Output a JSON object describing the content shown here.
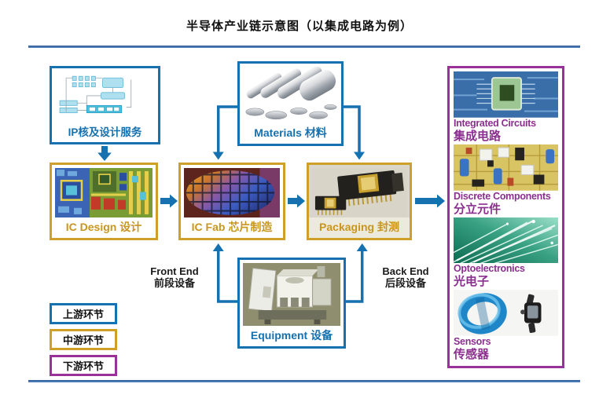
{
  "title": "半导体产业链示意图（以集成电路为例）",
  "boxes": {
    "ip": {
      "label": "IP核及设计服务"
    },
    "materials": {
      "label": "Materials 材料"
    },
    "ic_design": {
      "label": "IC Design 设计"
    },
    "ic_fab": {
      "label": "IC Fab 芯片制造"
    },
    "packaging": {
      "label": "Packaging 封测"
    },
    "equipment": {
      "label": "Equipment 设备"
    }
  },
  "annotations": {
    "front_end": {
      "line1": "Front End",
      "line2": "前段设备"
    },
    "back_end": {
      "line1": "Back End",
      "line2": "后段设备"
    }
  },
  "downstream": {
    "items": [
      {
        "label_en": "Integrated Circuits",
        "label_zh": "集成电路"
      },
      {
        "label_en": "Discrete Components",
        "label_zh": "分立元件"
      },
      {
        "label_en": "Optoelectronics",
        "label_zh": "光电子"
      },
      {
        "label_en": "Sensors",
        "label_zh": "传感器"
      }
    ]
  },
  "legend": {
    "items": [
      {
        "label": "上游环节",
        "color": "#1571b0"
      },
      {
        "label": "中游环节",
        "color": "#cfa028"
      },
      {
        "label": "下游环节",
        "color": "#9a3198"
      }
    ]
  },
  "colors": {
    "upstream_blue": "#1571b0",
    "midstream_gold": "#cfa028",
    "downstream_purple": "#9a3198",
    "rule_blue": "#3e6ba8",
    "arrow_blue": "#1571b0"
  }
}
